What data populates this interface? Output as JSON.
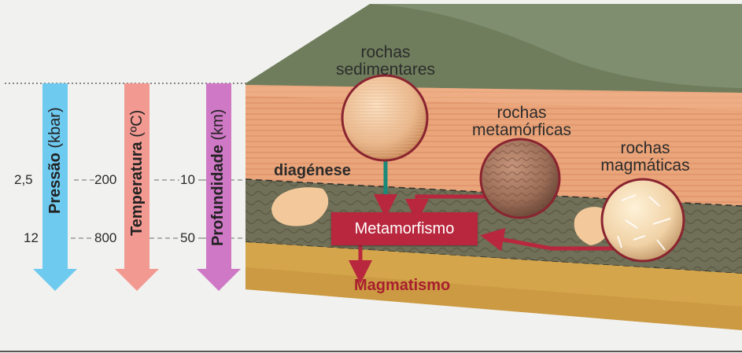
{
  "scales": {
    "pressure": {
      "title": "Pressão",
      "unit": "(kbar)",
      "value_1": "2,5",
      "value_2": "12",
      "color": "#6fcaf0"
    },
    "temperature": {
      "title": "Temperatura",
      "unit": "(ºC)",
      "value_1": "200",
      "value_2": "800",
      "color": "#f29a92"
    },
    "depth": {
      "title": "Profundidade",
      "unit": "(km)",
      "value_1": "10",
      "value_2": "50",
      "color": "#cf78c6"
    }
  },
  "labels": {
    "sedimentary": "rochas\nsedimentares",
    "metamorphic": "rochas\nmetamórficas",
    "magmatic": "rochas\nmagmáticas",
    "diagenesis": "diagénese",
    "metamorphism": "Metamorfismo",
    "magmatism": "Magmatismo"
  },
  "colors": {
    "process_box": "#b8273d",
    "arrow": "#b8273d",
    "sea": "#6f7d5c",
    "sediment_layer": "#e9a379",
    "metamorphic_layer": "#6e6d55",
    "magmatic_layer": "#d4a54a"
  }
}
